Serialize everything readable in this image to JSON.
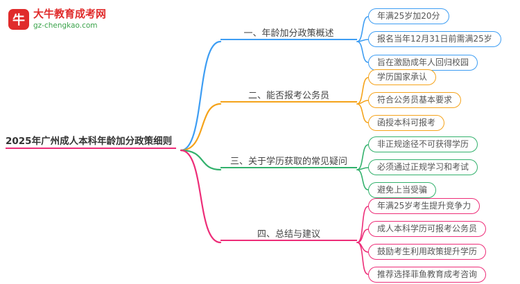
{
  "logo": {
    "icon": "bull-logo",
    "icon_char": "牛",
    "title": "大牛教育成考网",
    "domain": "gz-chengkao.com"
  },
  "root": {
    "label": "2025年广州成人本科年龄加分政策细则"
  },
  "branches": [
    {
      "label": "一、年龄加分政策概述",
      "color": "#3d9df3",
      "leaves": [
        "年满25岁加20分",
        "报名当年12月31日前需满25岁",
        "旨在激励成年人回归校园"
      ]
    },
    {
      "label": "二、能否报考公务员",
      "color": "#f5a31a",
      "leaves": [
        "学历国家承认",
        "符合公务员基本要求",
        "函授本科可报考"
      ]
    },
    {
      "label": "三、关于学历获取的常见疑问",
      "color": "#32b16c",
      "leaves": [
        "非正规途径不可获得学历",
        "必须通过正规学习和考试",
        "避免上当受骗"
      ]
    },
    {
      "label": "四、总结与建议",
      "color": "#ed2d78",
      "leaves": [
        "年满25岁考生提升竞争力",
        "成人本科学历可报考公务员",
        "鼓励考生利用政策提升学历",
        "推荐选择菲鱼教育成考咨询"
      ]
    }
  ],
  "colors": {
    "spine": "#ed2d78",
    "branch_blue": "#3d9df3",
    "branch_orange": "#f5a31a",
    "branch_green": "#32b16c",
    "branch_pink": "#ed2d78",
    "logo_red": "#e02b2b",
    "logo_green": "#3aa34a"
  }
}
